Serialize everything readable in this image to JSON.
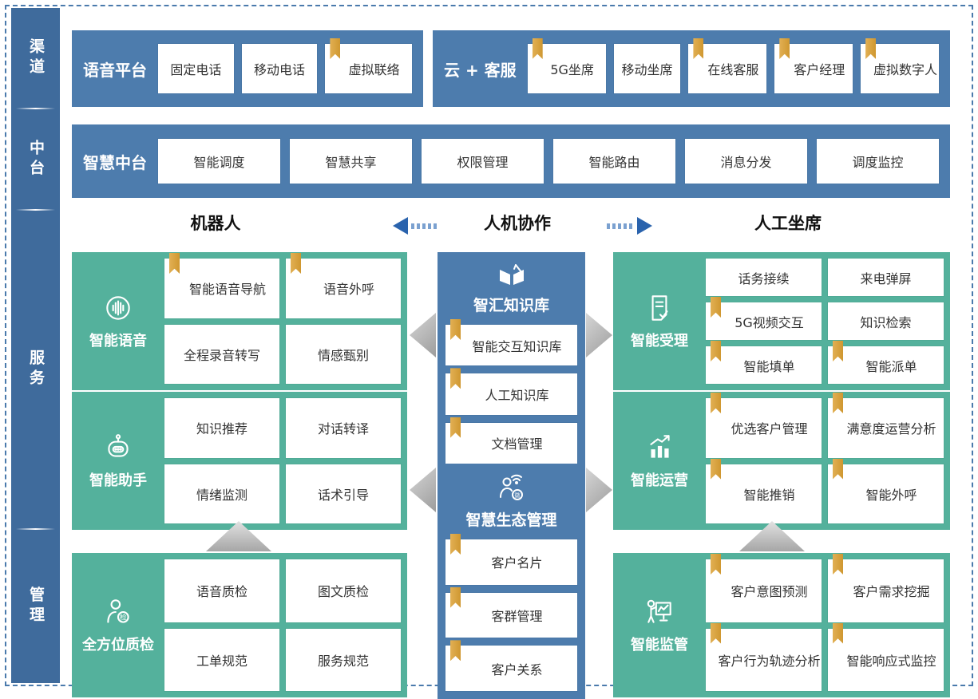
{
  "sidebar": {
    "items": [
      {
        "label": "渠道"
      },
      {
        "label": "中台"
      },
      {
        "label": "服务"
      },
      {
        "label": "管理"
      }
    ]
  },
  "channels": {
    "voice_platform": {
      "title": "语音平台",
      "items": [
        {
          "label": "固定电话",
          "bookmark": false
        },
        {
          "label": "移动电话",
          "bookmark": false
        },
        {
          "label": "虚拟联络",
          "bookmark": true
        }
      ]
    },
    "cloud_service": {
      "title": "云 + 客服",
      "items": [
        {
          "label": "5G坐席",
          "bookmark": true
        },
        {
          "label": "移动坐席",
          "bookmark": false
        },
        {
          "label": "在线客服",
          "bookmark": true
        },
        {
          "label": "客户经理",
          "bookmark": true
        },
        {
          "label": "虚拟数字人",
          "bookmark": true
        }
      ]
    }
  },
  "middle_platform": {
    "title": "智慧中台",
    "items": [
      {
        "label": "智能调度",
        "bookmark": false
      },
      {
        "label": "智慧共享",
        "bookmark": false
      },
      {
        "label": "权限管理",
        "bookmark": false
      },
      {
        "label": "智能路由",
        "bookmark": false
      },
      {
        "label": "消息分发",
        "bookmark": false
      },
      {
        "label": "调度监控",
        "bookmark": false
      }
    ]
  },
  "collaboration": {
    "left": "机器人",
    "center": "人机协作",
    "right": "人工坐席"
  },
  "robot_blocks": [
    {
      "title": "智能语音",
      "icon": "voice-icon",
      "items": [
        {
          "label": "智能语音导航",
          "bookmark": true
        },
        {
          "label": "语音外呼",
          "bookmark": true
        },
        {
          "label": "全程录音转写",
          "bookmark": false
        },
        {
          "label": "情感甄别",
          "bookmark": false
        }
      ]
    },
    {
      "title": "智能助手",
      "icon": "robot-icon",
      "items": [
        {
          "label": "知识推荐",
          "bookmark": false
        },
        {
          "label": "对话转译",
          "bookmark": false
        },
        {
          "label": "情绪监测",
          "bookmark": false
        },
        {
          "label": "话术引导",
          "bookmark": false
        }
      ]
    },
    {
      "title": "全方位质检",
      "icon": "quality-icon",
      "items": [
        {
          "label": "语音质检",
          "bookmark": false
        },
        {
          "label": "图文质检",
          "bookmark": false
        },
        {
          "label": "工单规范",
          "bookmark": false
        },
        {
          "label": "服务规范",
          "bookmark": false
        }
      ]
    }
  ],
  "knowledge_blocks": [
    {
      "title": "智汇知识库",
      "icon": "knowledge-icon",
      "items": [
        {
          "label": "智能交互知识库",
          "bookmark": true
        },
        {
          "label": "人工知识库",
          "bookmark": true
        },
        {
          "label": "文档管理",
          "bookmark": true
        }
      ]
    },
    {
      "title": "智慧生态管理",
      "icon": "ecosystem-icon",
      "items": [
        {
          "label": "客户名片",
          "bookmark": true
        },
        {
          "label": "客群管理",
          "bookmark": true
        },
        {
          "label": "客户关系",
          "bookmark": true
        }
      ]
    }
  ],
  "agent_blocks": [
    {
      "title": "智能受理",
      "icon": "acceptance-icon",
      "items": [
        {
          "label": "话务接续",
          "bookmark": false
        },
        {
          "label": "来电弹屏",
          "bookmark": false
        },
        {
          "label": "5G视频交互",
          "bookmark": true
        },
        {
          "label": "知识检索",
          "bookmark": false
        },
        {
          "label": "智能填单",
          "bookmark": true
        },
        {
          "label": "智能派单",
          "bookmark": true
        }
      ]
    },
    {
      "title": "智能运营",
      "icon": "operation-icon",
      "items": [
        {
          "label": "优选客户管理",
          "bookmark": true
        },
        {
          "label": "满意度运营分析",
          "bookmark": true
        },
        {
          "label": "智能推销",
          "bookmark": true
        },
        {
          "label": "智能外呼",
          "bookmark": true
        }
      ]
    },
    {
      "title": "智能监管",
      "icon": "supervision-icon",
      "items": [
        {
          "label": "客户意图预测",
          "bookmark": true
        },
        {
          "label": "客户需求挖掘",
          "bookmark": true
        },
        {
          "label": "客户行为轨迹分析",
          "bookmark": true
        },
        {
          "label": "智能响应式监控",
          "bookmark": true
        }
      ]
    }
  ],
  "colors": {
    "sidebar_blue": "#3f6b9c",
    "banner_blue": "#4d7cad",
    "teal_green": "#54b19c",
    "bookmark_gold": "#d9a43c",
    "arrow_blue": "#2a63ad",
    "grey_arrow": "#b0b0b0"
  }
}
